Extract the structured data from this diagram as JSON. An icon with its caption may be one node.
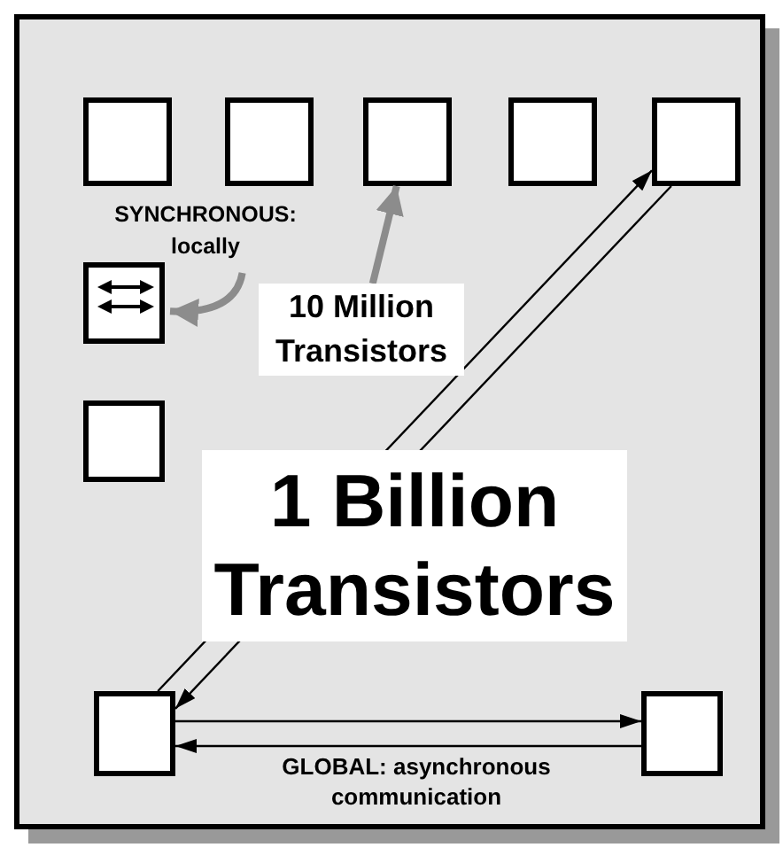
{
  "diagram": {
    "nodes": [
      {
        "text": [],
        "shape": "box"
      },
      {
        "text": [],
        "shape": "box",
        "in": 0
      },
      {
        "text": [],
        "shape": "box",
        "in": 0
      },
      {
        "text": [],
        "shape": "box",
        "in": 0
      },
      {
        "text": [],
        "shape": "box",
        "in": 0
      },
      {
        "text": [],
        "shape": "box",
        "in": 0
      },
      {
        "text": [],
        "shape": "box",
        "in": 0
      },
      {
        "text": [],
        "shape": "box",
        "in": 0
      },
      {
        "text": [],
        "shape": "box",
        "in": 0
      },
      {
        "text": [],
        "shape": "box",
        "in": 0
      },
      {
        "text": [
          "10 Million Transistors"
        ],
        "in": 0
      },
      {
        "text": [
          "SYNCHRONOUS: locally"
        ],
        "in": 0
      }
    ],
    "edges": [
      {
        "from": 10,
        "to": 3,
        "arrow": "to",
        "style": "thick",
        "color": "#8c8c8c"
      },
      {
        "from": 11,
        "to": 6,
        "arrow": "to",
        "style": "thick",
        "color": "#8c8c8c"
      },
      {
        "from": 8,
        "to": 5,
        "arrow": "to"
      },
      {
        "from": 5,
        "to": 8,
        "arrow": "to"
      },
      {
        "from": 8,
        "to": 9,
        "arrow": "to"
      },
      {
        "from": 9,
        "to": 8,
        "arrow": "to",
        "label": "GLOBAL: asynchronous communication"
      }
    ],
    "labels": [
      "1 Billion Transistors"
    ]
  }
}
